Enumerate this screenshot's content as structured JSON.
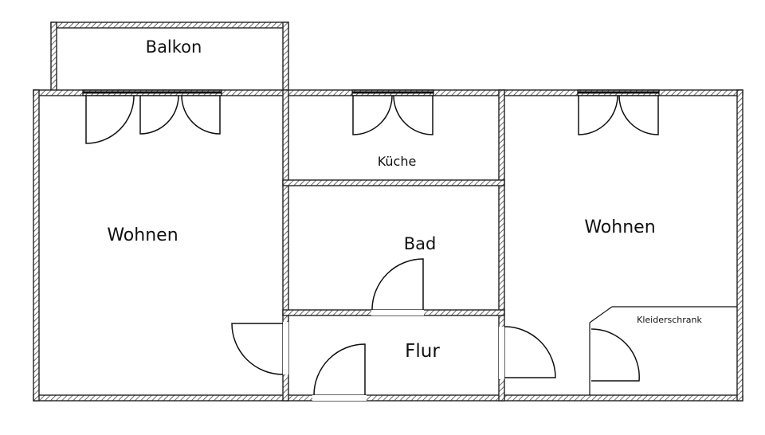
{
  "plan": {
    "rooms": {
      "balkon": "Balkon",
      "wohnen_left": "Wohnen",
      "kueche": "Küche",
      "bad": "Bad",
      "flur": "Flur",
      "wohnen_right": "Wohnen",
      "kleiderschrank": "Kleiderschrank"
    },
    "colors": {
      "wall_line": "#222222",
      "background": "#ffffff"
    }
  }
}
